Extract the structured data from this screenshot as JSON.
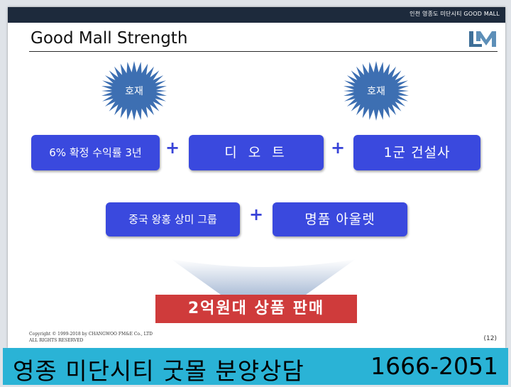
{
  "header": {
    "top_text": "인천 영종도 미단시티 GOOD MALL"
  },
  "slide": {
    "title": "Good Mall Strength",
    "stars": [
      {
        "label": "호재"
      },
      {
        "label": "호재"
      }
    ],
    "boxes": [
      {
        "label": "6% 확정 수익률 3년"
      },
      {
        "label": "디 오 트"
      },
      {
        "label": "1군 건설사"
      },
      {
        "label": "중국 왕홍 상미 그룹"
      },
      {
        "label": "명품 아울렛"
      }
    ],
    "plus": "+",
    "result": "2억원대 상품 판매",
    "copyright_line1": "Copyright © 1999-2018 by CHANGWOO FM&E  Co., LTD",
    "copyright_line2": "ALL RIGHTS RESERVED",
    "page_number": "(12)"
  },
  "banner": {
    "text": "영종 미단시티 굿몰 분양상담",
    "phone": "1666-2051",
    "color": "#2ab3d6"
  },
  "colors": {
    "box": "#3a49de",
    "star": "#3d6fb2",
    "result": "#cf3b3b",
    "topbar": "#1d2a3c"
  }
}
